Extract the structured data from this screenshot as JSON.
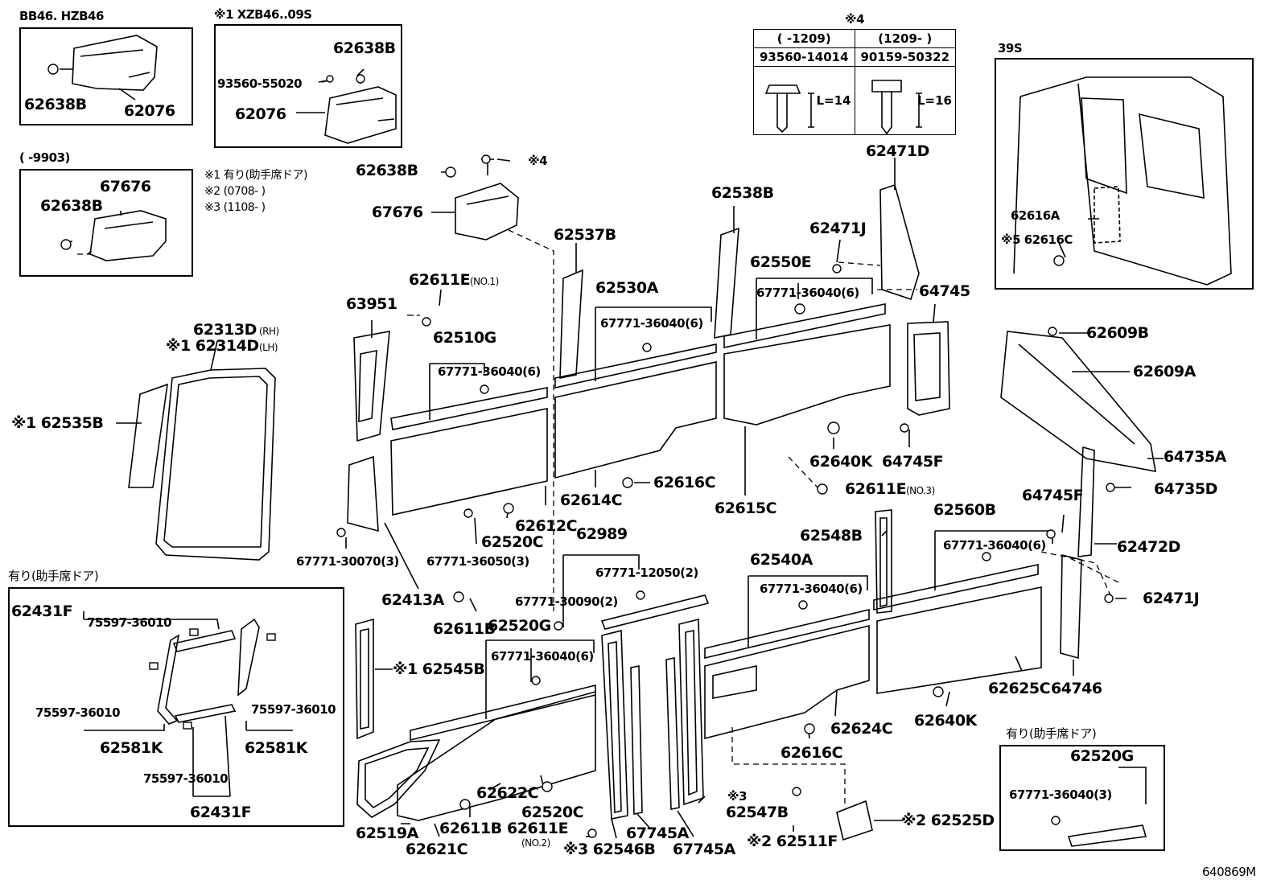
{
  "diagram_code": "640869M",
  "insets": {
    "bb46": {
      "title": "BB46. HZB46",
      "parts": [
        "62638B",
        "62076"
      ]
    },
    "xzb46": {
      "title": "※1 XZB46..09S",
      "parts": [
        "62638B",
        "93560-55020",
        "62076"
      ]
    },
    "pre9903": {
      "title": "(     -9903)",
      "parts": [
        "67676",
        "62638B"
      ]
    },
    "notes": [
      "※1 有り(助手席ドア)",
      "※2 (0708-     )",
      "※3 (1108-     )"
    ],
    "s4": {
      "title": "※4",
      "col1_header": "(    -1209)",
      "col2_header": "(1209-     )",
      "col1_part": "93560-14014",
      "col2_part": "90159-50322",
      "col1_length": "L=14",
      "col2_length": "L=16"
    },
    "s39": {
      "title": "39S",
      "parts": [
        "62616A",
        "※5 62616C"
      ]
    },
    "assist_left": {
      "title": "有り(助手席ドア)",
      "parts": [
        "62431F",
        "75597-36010",
        "75597-36010",
        "75597-36010",
        "62581K",
        "62581K",
        "75597-36010",
        "62431F"
      ]
    },
    "assist_right": {
      "title": "有り(助手席ドア)",
      "parts": [
        "62520G",
        "67771-36040(3)"
      ]
    }
  },
  "main_labels": [
    "62638B",
    "※4",
    "67676",
    "62538B",
    "62537B",
    "62471D",
    "62471J",
    "62550E",
    "67771-36040(6)",
    "62611E",
    "(NO.1)",
    "62530A",
    "67771-36040(6)",
    "63951",
    "62510G",
    "67771-36040(6)",
    "62313D",
    "(RH)",
    "※1 62314D",
    "(LH)",
    "※1 62535B",
    "64745",
    "62609B",
    "62609A",
    "64735A",
    "64735D",
    "62640K",
    "64745F",
    "62611E",
    "(NO.3)",
    "62614C",
    "62616C",
    "62615C",
    "62612C",
    "62520C",
    "67771-30070(3)",
    "67771-36050(3)",
    "62413A",
    "62989",
    "67771-12050(2)",
    "67771-30090(2)",
    "62611B",
    "62548B",
    "62540A",
    "67771-36040(6)",
    "62560B",
    "67771-36040(6)",
    "64745F",
    "62472D",
    "62471J",
    "62520G",
    "67771-36040(6)",
    "※1 62545B",
    "62625C",
    "64746",
    "62640K",
    "62624C",
    "62616C",
    "62622C",
    "62520C",
    "62611E",
    "(NO.2)",
    "※3 62546B",
    "62519A",
    "62621C",
    "62611B",
    "67745A",
    "67745A",
    "※3",
    "62547B",
    "※2 62511F",
    "※2 62525D"
  ]
}
